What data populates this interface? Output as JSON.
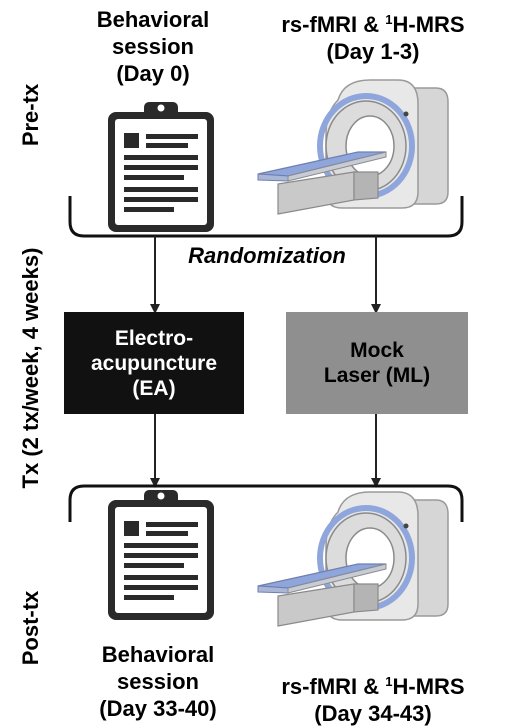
{
  "phases": {
    "pre": "Pre-tx",
    "tx": "Tx (2 tx/week, 4 weeks)",
    "post": "Post-tx"
  },
  "pre": {
    "behavioral": {
      "line1": "Behavioral",
      "line2": "session",
      "line3": "(Day 0)"
    },
    "imaging": {
      "prefix": "rs-fMRI & ",
      "sup": "1",
      "suffix": "H-MRS",
      "line2": "(Day 1-3)"
    }
  },
  "randomization": "Randomization",
  "arms": {
    "ea": {
      "line1": "Electro-",
      "line2": "acupuncture",
      "line3": "(EA)",
      "color": "#111111"
    },
    "ml": {
      "line1": "Mock",
      "line2": "Laser (ML)",
      "color": "#8f8f8f"
    }
  },
  "post": {
    "behavioral": {
      "line1": "Behavioral",
      "line2": "session",
      "line3": "(Day 33-40)"
    },
    "imaging": {
      "prefix": "rs-fMRI & ",
      "sup": "1",
      "suffix": "H-MRS",
      "line2": "(Day 34-43)"
    }
  },
  "icons": [
    "clipboard-icon",
    "mri-scanner-icon"
  ]
}
